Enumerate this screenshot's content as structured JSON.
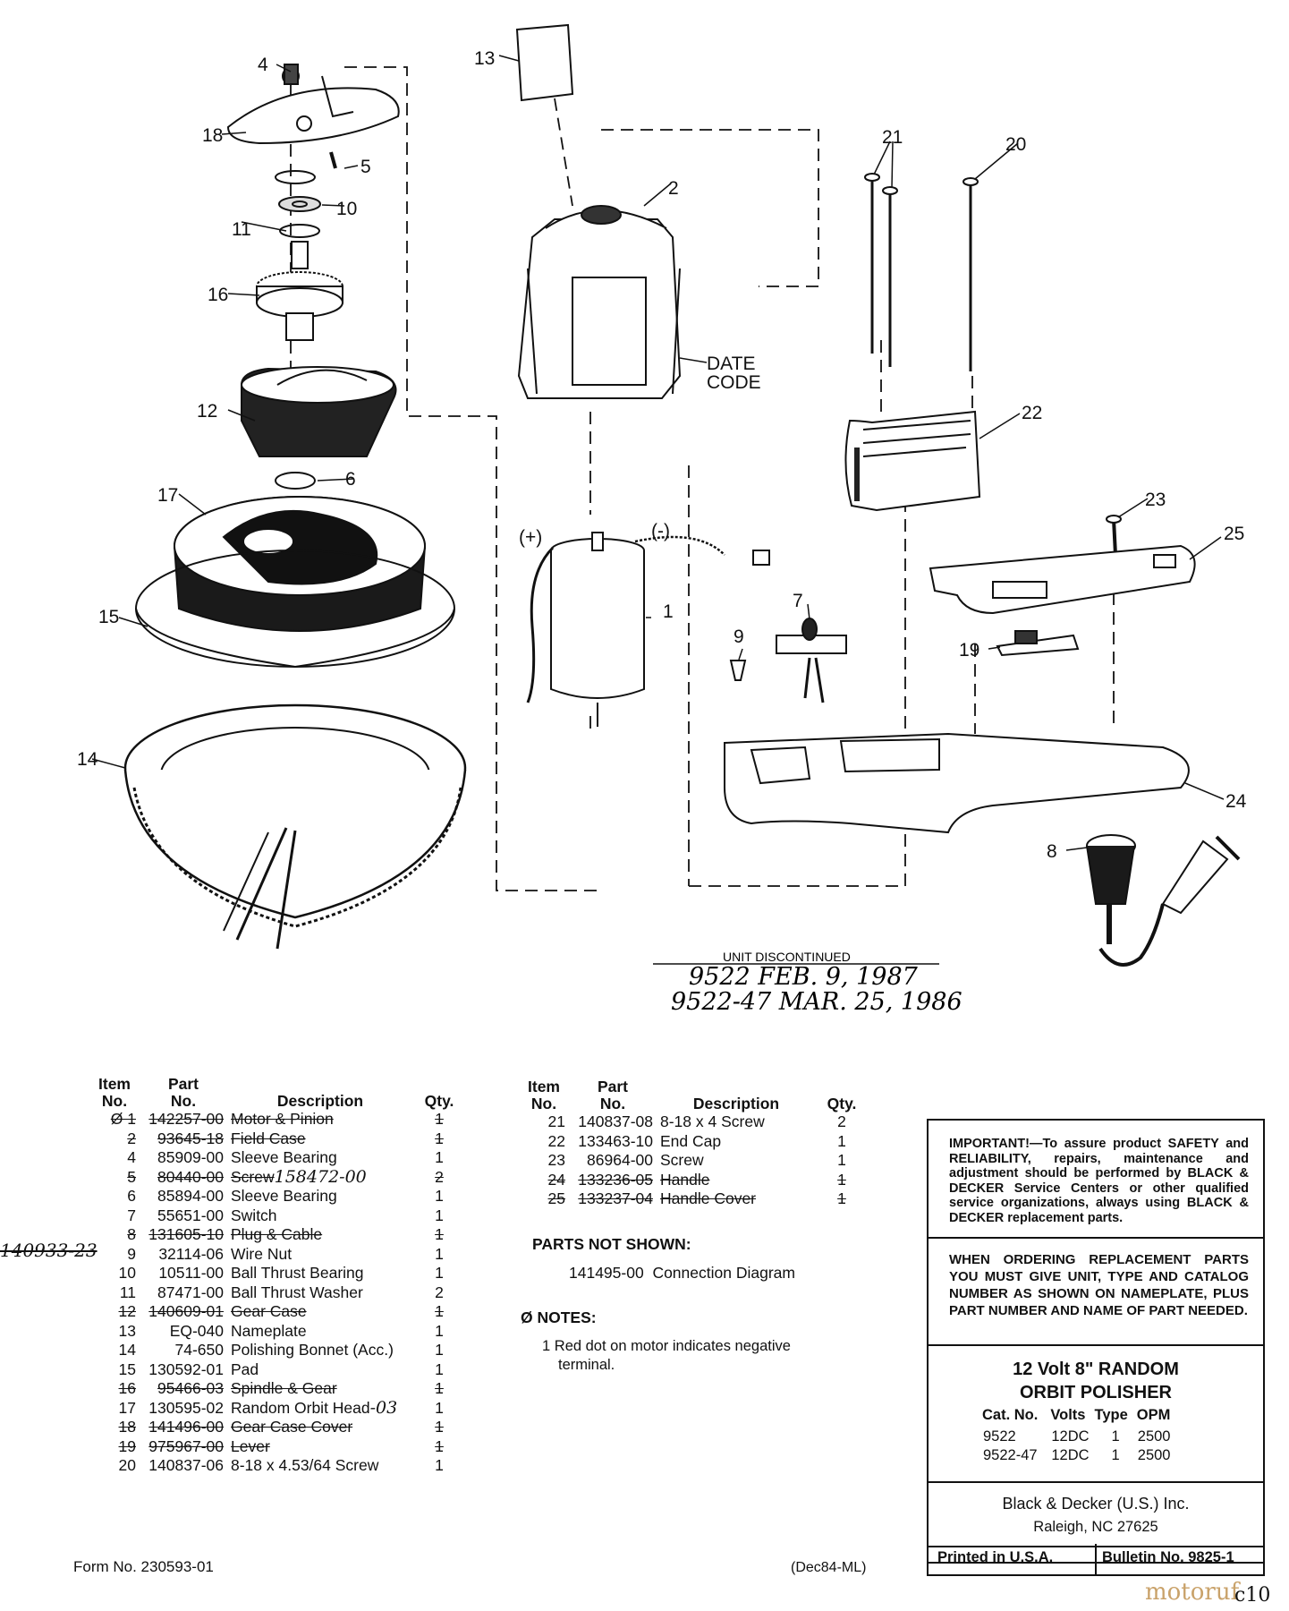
{
  "callouts": {
    "c1": "1",
    "c2": "2",
    "c4": "4",
    "c5": "5",
    "c6": "6",
    "c7": "7",
    "c8": "8",
    "c9": "9",
    "c10": "10",
    "c11": "11",
    "c12": "12",
    "c13": "13",
    "c14": "14",
    "c15": "15",
    "c16": "16",
    "c17": "17",
    "c18": "18",
    "c19": "19",
    "c20": "20",
    "c21": "21",
    "c22": "22",
    "c23": "23",
    "c24": "24",
    "c25": "25",
    "plus": "(+)",
    "minus": "(-)",
    "date": "DATE",
    "code": "CODE"
  },
  "discontinued": {
    "heading": "UNIT DISCONTINUED",
    "line1": "9522   FEB. 9, 1987",
    "line2": "9522-47  MAR. 25, 1986"
  },
  "table_headers": {
    "item": "Item",
    "item_no": "No.",
    "part": "Part",
    "part_no": "No.",
    "description": "Description",
    "qty": "Qty."
  },
  "parts_left": [
    {
      "item": "1",
      "part": "142257-00",
      "desc": "Motor & Pinion",
      "qty": "1",
      "struck": true,
      "prefix": "Ø"
    },
    {
      "item": "2",
      "part": "93645-18",
      "desc": "Field Case",
      "qty": "1",
      "struck": true
    },
    {
      "item": "4",
      "part": "85909-00",
      "desc": "Sleeve Bearing",
      "qty": "1"
    },
    {
      "item": "5",
      "part": "80440-00",
      "desc": "Screw",
      "qty": "2",
      "struck": true,
      "note": "158472-00"
    },
    {
      "item": "6",
      "part": "85894-00",
      "desc": "Sleeve Bearing",
      "qty": "1"
    },
    {
      "item": "7",
      "part": "55651-00",
      "desc": "Switch",
      "qty": "1"
    },
    {
      "item": "8",
      "part": "131605-10",
      "desc": "Plug & Cable",
      "qty": "1",
      "struck": true,
      "margin": "140933-23"
    },
    {
      "item": "9",
      "part": "32114-06",
      "desc": "Wire Nut",
      "qty": "1"
    },
    {
      "item": "10",
      "part": "10511-00",
      "desc": "Ball Thrust Bearing",
      "qty": "1"
    },
    {
      "item": "11",
      "part": "87471-00",
      "desc": "Ball Thrust Washer",
      "qty": "2"
    },
    {
      "item": "12",
      "part": "140609-01",
      "desc": "Gear Case",
      "qty": "1",
      "struck": true
    },
    {
      "item": "13",
      "part": "EQ-040",
      "desc": "Nameplate",
      "qty": "1"
    },
    {
      "item": "14",
      "part": "74-650",
      "desc": "Polishing Bonnet (Acc.)",
      "qty": "1"
    },
    {
      "item": "15",
      "part": "130592-01",
      "desc": "Pad",
      "qty": "1"
    },
    {
      "item": "16",
      "part": "95466-03",
      "desc": "Spindle & Gear",
      "qty": "1",
      "struck": true
    },
    {
      "item": "17",
      "part": "130595-02",
      "desc": "Random Orbit Head",
      "qty": "1",
      "note": "-03"
    },
    {
      "item": "18",
      "part": "141496-00",
      "desc": "Gear Case Cover",
      "qty": "1",
      "struck": true
    },
    {
      "item": "19",
      "part": "975967-00",
      "desc": "Lever",
      "qty": "1",
      "struck": true
    },
    {
      "item": "20",
      "part": "140837-06",
      "desc": "8-18 x 4.53/64 Screw",
      "qty": "1"
    }
  ],
  "parts_right": [
    {
      "item": "21",
      "part": "140837-08",
      "desc": "8-18 x 4 Screw",
      "qty": "2"
    },
    {
      "item": "22",
      "part": "133463-10",
      "desc": "End Cap",
      "qty": "1"
    },
    {
      "item": "23",
      "part": "86964-00",
      "desc": "Screw",
      "qty": "1"
    },
    {
      "item": "24",
      "part": "133236-05",
      "desc": "Handle",
      "qty": "1",
      "struck": true
    },
    {
      "item": "25",
      "part": "133237-04",
      "desc": "Handle Cover",
      "qty": "1",
      "struck": true
    }
  ],
  "parts_not_shown": {
    "heading": "PARTS NOT SHOWN:",
    "part": "141495-00",
    "desc": "Connection Diagram"
  },
  "notes": {
    "heading": "Ø NOTES:",
    "num": "1",
    "text1": "Red dot on motor indicates negative",
    "text2": "terminal."
  },
  "important": "IMPORTANT!—To assure product SAFETY and RELIABILITY, repairs, maintenance and adjustment should be performed by BLACK & DECKER Service Centers or other qualified service organizations, always using BLACK & DECKER replacement parts.",
  "ordering": "WHEN ORDERING REPLACEMENT PARTS YOU MUST GIVE UNIT, TYPE AND CATALOG NUMBER AS SHOWN ON NAMEPLATE, PLUS PART NUMBER AND NAME OF PART NEEDED.",
  "product": {
    "title1": "12 Volt 8\" RANDOM",
    "title2": "ORBIT POLISHER",
    "col_cat": "Cat. No.",
    "col_volts": "Volts",
    "col_type": "Type",
    "col_opm": "OPM",
    "rows": [
      {
        "cat": "9522",
        "volts": "12DC",
        "type": "1",
        "opm": "2500"
      },
      {
        "cat": "9522-47",
        "volts": "12DC",
        "type": "1",
        "opm": "2500"
      }
    ]
  },
  "company": {
    "name": "Black & Decker (U.S.) Inc.",
    "city": "Raleigh, NC 27625"
  },
  "footer": {
    "printed": "Printed in U.S.A.",
    "bulletin": "Bulletin No. 9825-1",
    "form": "Form No. 230593-01",
    "date_code": "(Dec84-ML)",
    "watermark": "motoruf",
    "page": "c10"
  }
}
